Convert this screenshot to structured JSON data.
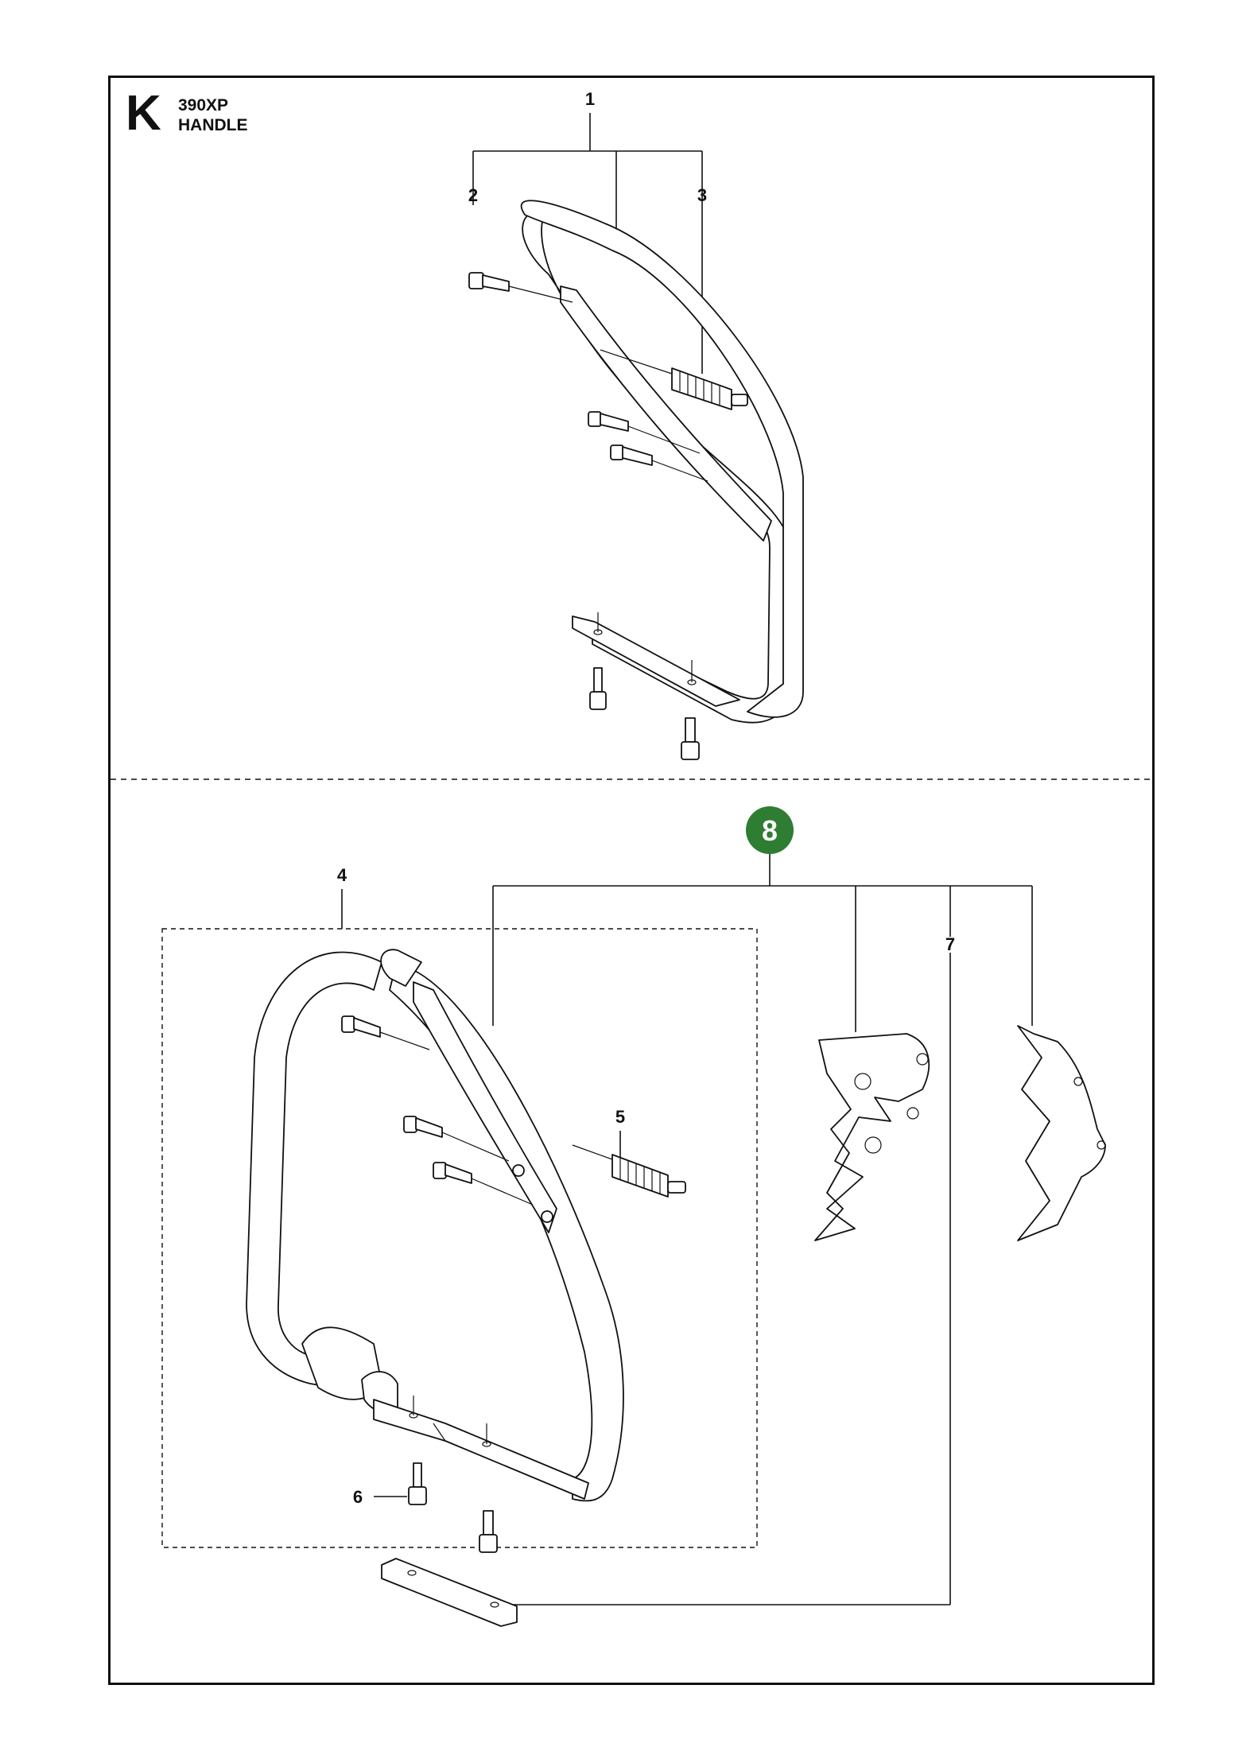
{
  "page": {
    "section_letter": "K",
    "model": "390XP",
    "title": "HANDLE"
  },
  "callouts": {
    "c1": "1",
    "c2": "2",
    "c3": "3",
    "c4": "4",
    "c5": "5",
    "c6": "6",
    "c7": "7",
    "c8": "8"
  },
  "colors": {
    "kit_badge": "#2e7d32",
    "line": "#111111"
  }
}
